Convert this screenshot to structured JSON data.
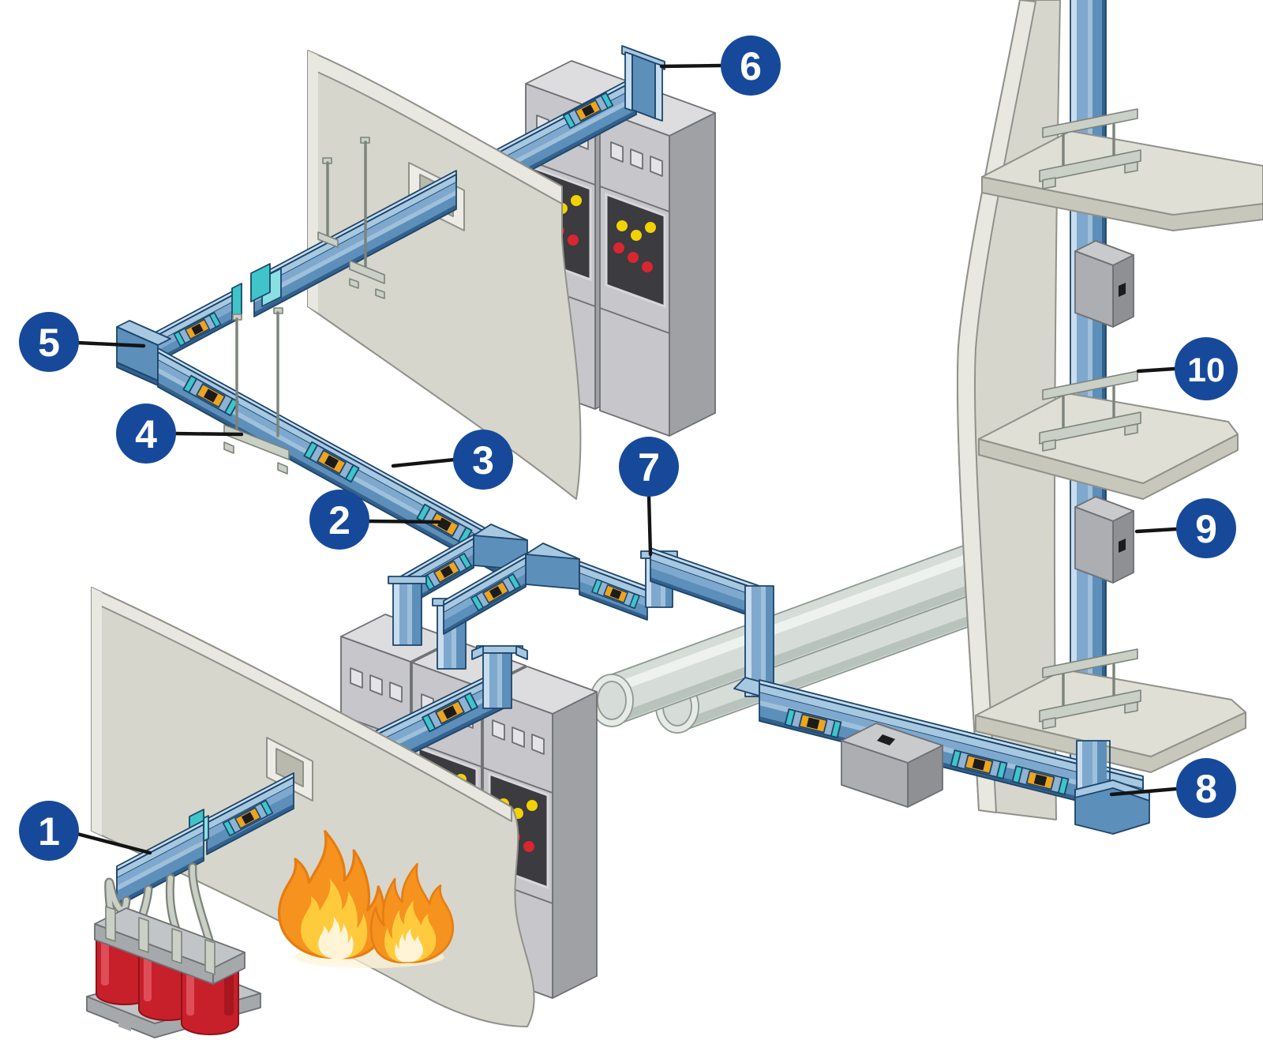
{
  "figure": {
    "kind": "isometric technical illustration",
    "subject": "fire-rated busbar trunking distribution system with numbered components"
  },
  "callouts": [
    {
      "number": "1"
    },
    {
      "number": "2"
    },
    {
      "number": "3"
    },
    {
      "number": "4"
    },
    {
      "number": "5"
    },
    {
      "number": "6"
    },
    {
      "number": "7"
    },
    {
      "number": "8"
    },
    {
      "number": "9"
    },
    {
      "number": "10"
    }
  ],
  "colors": {
    "busRail": "#C8DDEE",
    "busTop": "#A7C8E1",
    "busBodyU": "#7FA8CE",
    "busGroove": "#9FC0DA",
    "busBodyL": "#5D8FBB",
    "busLip": "#33618D",
    "busOutline": "#1D4569",
    "teal": "#3FC5C9",
    "tealLight": "#8ADFE2",
    "orange": "#EDA41F",
    "jointBlock": "#8FB3D2",
    "black": "#1C1C1E",
    "cabFront": "#C7C7CB",
    "cabSide": "#A0A1A5",
    "cabTop": "#DDDDDF",
    "cabLine": "#6E6F73",
    "panel": "#3B3B40",
    "dotY": "#F2D203",
    "dotR": "#D8272E",
    "wallFace": "#D6D6CC",
    "wallBand": "#E8E8E0",
    "wallLine": "#90918A",
    "slabTop": "#DFDFD5",
    "slabFront": "#C7C7BB",
    "steel": "#CBD0C6",
    "steelDark": "#7C837A",
    "pipeBody": "#D6DDD9",
    "pipeLight": "#EDF2EF",
    "pipeShade": "#B9C3BE",
    "pipeEnd": "#E6EBE8",
    "pipeLine": "#8E9992",
    "boxFront": "#ACAEB1",
    "boxSide": "#8E9093",
    "boxTop": "#C8CACC",
    "red": "#C8202B",
    "redDark": "#8F1219",
    "redLight": "#E25760",
    "baseGray": "#C2C5C7",
    "baseDark": "#A6A9AB",
    "fire1": "#F6921E",
    "fire2": "#FFCB3D",
    "fire3": "#FFF4D6",
    "fireLine": "#E57D12",
    "navy": "#17499B",
    "lineDark": "#141414",
    "white": "#FFFFFF"
  }
}
